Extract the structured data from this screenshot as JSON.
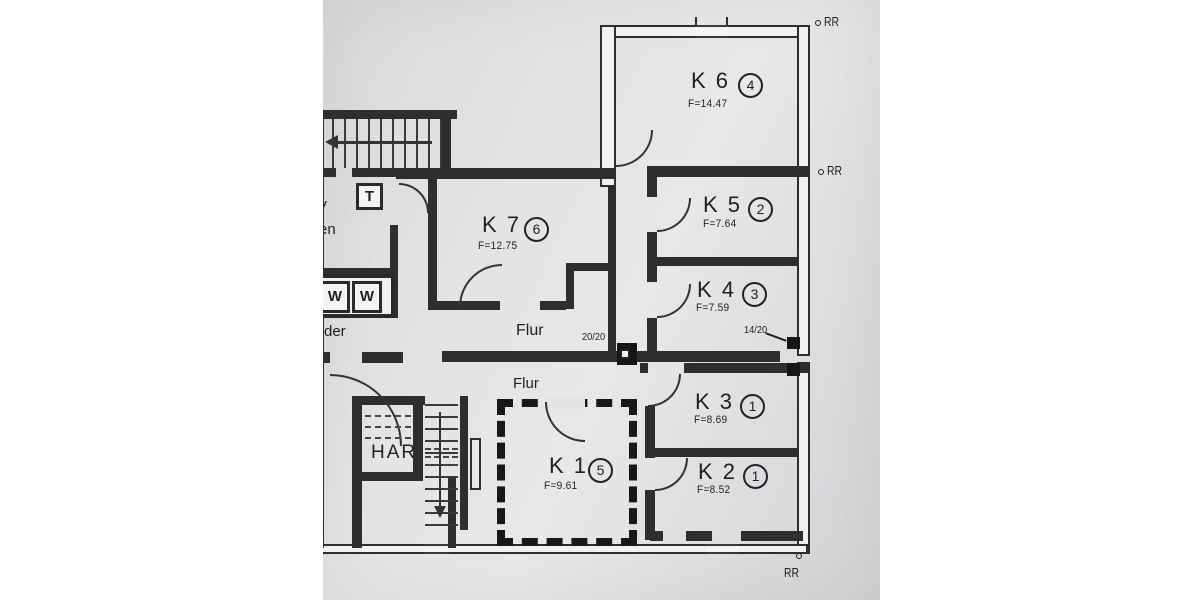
{
  "plan": {
    "rooms": {
      "k6": {
        "name": "K 6",
        "num": "4",
        "area": "F=14.47"
      },
      "k5": {
        "name": "K 5",
        "num": "2",
        "area": "F=7.64"
      },
      "k4": {
        "name": "K 4",
        "num": "3",
        "area": "F=7.59"
      },
      "k3": {
        "name": "K 3",
        "num": "1",
        "area": "F=8.69"
      },
      "k2": {
        "name": "K 2",
        "num": "1",
        "area": "F=8.52"
      },
      "k7": {
        "name": "K 7",
        "num": "6",
        "area": "F=12.75"
      },
      "k1": {
        "name": "K 1",
        "num": "5",
        "area": "F=9.61"
      },
      "har": {
        "name": "HAR"
      }
    },
    "corridors": {
      "upper": "Flur",
      "lower": "Flur"
    },
    "dimensions": {
      "door_left": "20/20",
      "door_right": "14/20"
    },
    "markers": {
      "rr_top": "RR",
      "rr_mid": "RR",
      "rr_bottom": "RR"
    },
    "appliances": {
      "w1": "W",
      "w2": "W",
      "t": "T"
    },
    "edge_text": {
      "line1": "V",
      "line2": "en",
      "line3": "der"
    }
  }
}
